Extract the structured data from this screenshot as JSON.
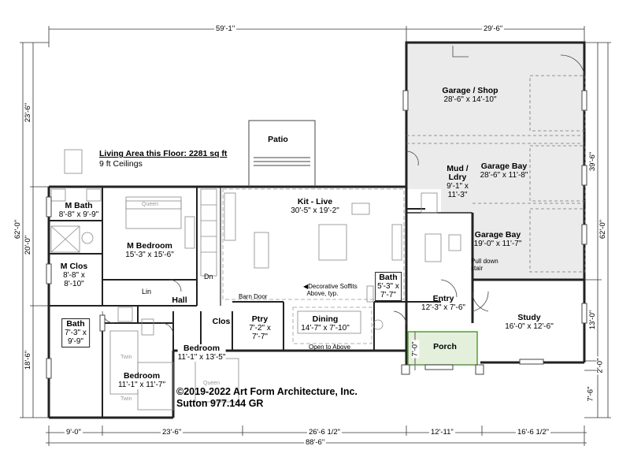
{
  "living_area": {
    "title": "Living Area this Floor: 2281 sq ft",
    "ceilings": "9 ft Ceilings"
  },
  "rooms": {
    "garage_shop": {
      "name": "Garage /  Shop",
      "size": "28'-6\" x 14'-10\""
    },
    "garage_bay_1": {
      "name": "Garage Bay",
      "size": "28'-6\" x 11'-8\""
    },
    "garage_bay_2": {
      "name": "Garage Bay",
      "size": "19'-0\" x 11'-7\""
    },
    "mud": {
      "name_1": "Mud /",
      "name_2": "Ldry",
      "size_1": "9'-1\" x",
      "size_2": "11'-3\""
    },
    "patio": {
      "name": "Patio"
    },
    "kit_live": {
      "name": "Kit - Live",
      "size": "30'-5\" x 19'-2\""
    },
    "m_bath": {
      "name": "M Bath",
      "size": "8'-8\" x 9'-9\""
    },
    "m_bedroom": {
      "name": "M Bedroom",
      "size": "15'-3\" x 15'-6\""
    },
    "m_clos": {
      "name": "M Clos",
      "size_1": "8'-8\" x",
      "size_2": "8'-10\""
    },
    "bath_center": {
      "name": "Bath",
      "size_1": "5'-3\" x",
      "size_2": "7'-7\""
    },
    "entry": {
      "name": "Entry",
      "size": "12'-3\" x 7'-6\""
    },
    "study": {
      "name": "Study",
      "size": "16'-0\" x 12'-6\""
    },
    "hall": {
      "name": "Hall"
    },
    "lin": {
      "name": "Lin"
    },
    "clos": {
      "name": "Clos"
    },
    "ptry": {
      "name": "Ptry",
      "size_1": "7'-2\" x",
      "size_2": "7'-7\""
    },
    "dining": {
      "name": "Dining",
      "size": "14'-7\" x 7'-10\""
    },
    "bath_left": {
      "name": "Bath",
      "size_1": "7'-3\" x",
      "size_2": "9'-9\""
    },
    "bedroom_1": {
      "name": "Bedroom",
      "size": "11'-1\" x 13'-5\""
    },
    "bedroom_2": {
      "name": "Bedroom",
      "size": "11'-1\" x 11'-7\""
    },
    "porch": {
      "name": "Porch"
    }
  },
  "notes": {
    "decorative_soffits_1": "Decorative Soffits",
    "decorative_soffits_2": "Above, typ.",
    "barn_door": "Barn Door",
    "open_to_above": "Open to Above",
    "pull_down_1": "Pull down",
    "pull_down_2": "stair",
    "dn": "Dn",
    "queen_1": "Queen",
    "queen_2": "Queen",
    "twin_1": "Twin",
    "twin_2": "Twin"
  },
  "dimensions": {
    "top_left": "59'-1\"",
    "top_right": "29'-6\"",
    "left_23_6": "23'-6\"",
    "left_62_0": "62'-0\"",
    "left_20_0": "20'-0\"",
    "left_18_6": "18'-6\"",
    "right_39_6": "39'-6\"",
    "right_62_0": "62'-0\"",
    "right_13_0": "13'-0\"",
    "right_2_0": "2'-0\"",
    "right_7_6": "7'-6\"",
    "porch_7_0": "7'-0\"",
    "bottom_9_0": "9'-0\"",
    "bottom_23_6": "23'-6\"",
    "bottom_26_6": "26'-6 1/2\"",
    "bottom_12_11": "12'-11\"",
    "bottom_16_6": "16'-6 1/2\"",
    "bottom_total": "88'-6\""
  },
  "copyright": {
    "line1": "©2019-2022 Art Form Architecture, Inc.",
    "line2": "Sutton 977.144 GR"
  },
  "colors": {
    "garage_fill": "#ecebeb",
    "porch_fill": "#e4f0dc",
    "porch_stroke": "#5a9a3c",
    "wall": "#222222",
    "dim_line": "#333333"
  }
}
